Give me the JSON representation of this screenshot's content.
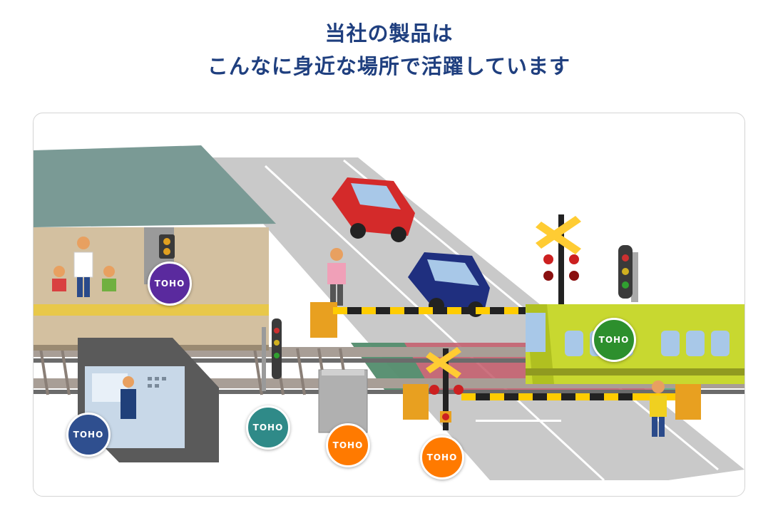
{
  "heading": {
    "line1": "当社の製品は",
    "line2": "こんなに身近な場所で活躍しています"
  },
  "colors": {
    "heading": "#1f3f7f",
    "badge_purple": "#5a2a9e",
    "badge_green": "#2d8f2d",
    "badge_navy": "#2f4f8f",
    "badge_teal": "#2f8a88",
    "badge_orange": "#ff7a00"
  },
  "badges": [
    {
      "id": "platform-signal",
      "label": "TOHO",
      "color": "#5a2a9e"
    },
    {
      "id": "train",
      "label": "TOHO",
      "color": "#2d8f2d"
    },
    {
      "id": "signal-box",
      "label": "TOHO",
      "color": "#2f4f8f"
    },
    {
      "id": "track-signal",
      "label": "TOHO",
      "color": "#2f8a88"
    },
    {
      "id": "control-cabinet",
      "label": "TOHO",
      "color": "#ff7a00"
    },
    {
      "id": "crossing-signal",
      "label": "TOHO",
      "color": "#ff7a00"
    }
  ]
}
